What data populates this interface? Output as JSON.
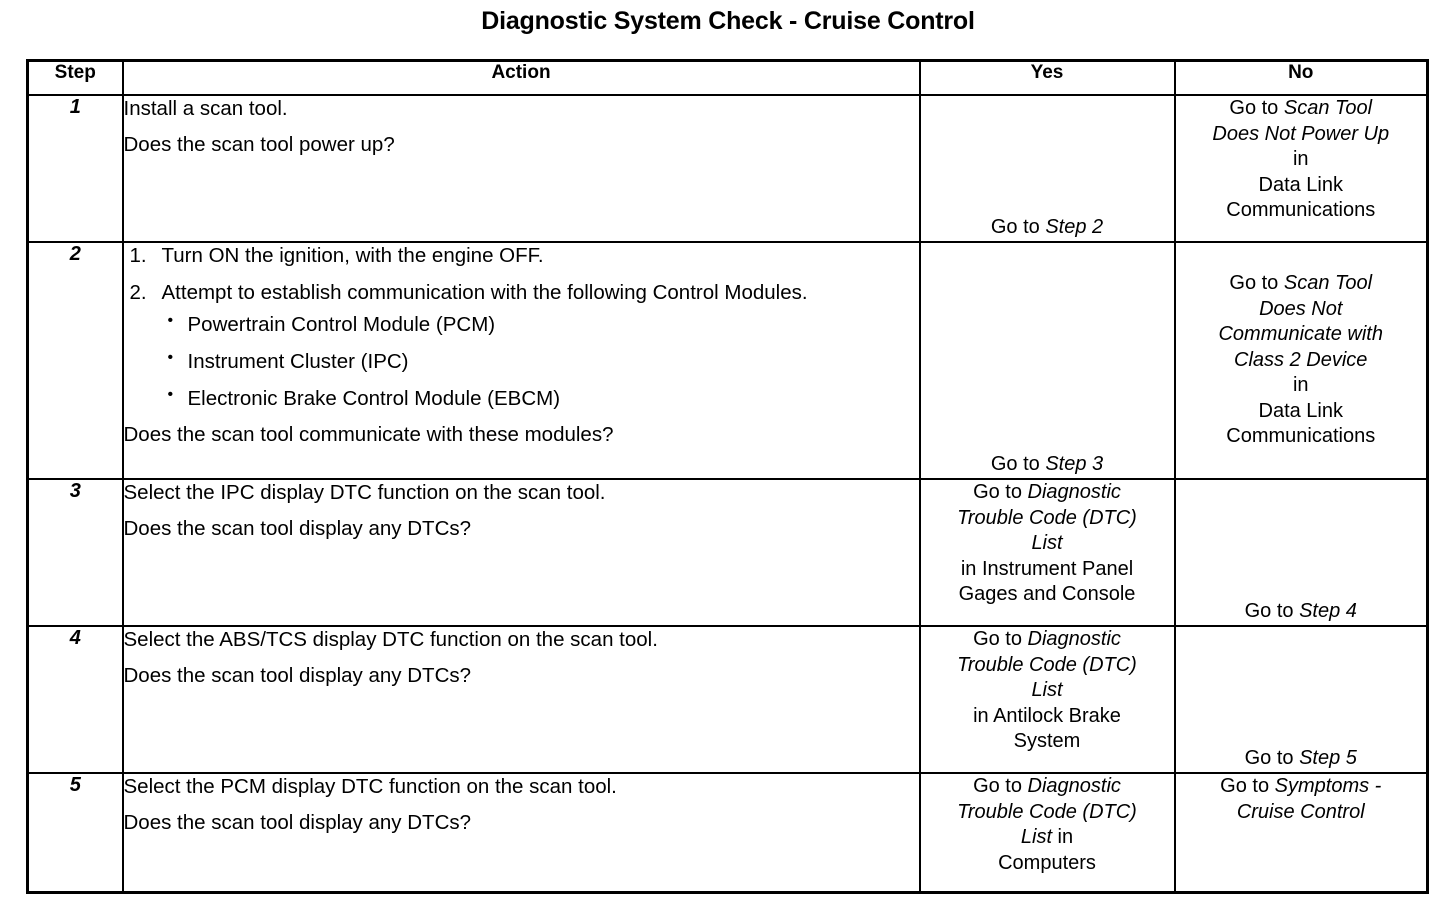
{
  "title": "Diagnostic System Check - Cruise Control",
  "table": {
    "headers": {
      "step": "Step",
      "action": "Action",
      "yes": "Yes",
      "no": "No"
    },
    "rows": [
      {
        "step": "1",
        "action_lines": [
          "Install a scan tool.",
          "Does the scan tool power up?"
        ],
        "yes": {
          "align": "bottom",
          "lines": [
            [
              {
                "t": "Go to ",
                "i": false
              },
              {
                "t": "Step 2",
                "i": true
              }
            ]
          ]
        },
        "no": {
          "align": "top",
          "lines": [
            [
              {
                "t": "Go to ",
                "i": false
              },
              {
                "t": "Scan Tool",
                "i": true
              }
            ],
            [
              {
                "t": "Does Not Power Up",
                "i": true
              }
            ],
            [
              {
                "t": "in",
                "i": false
              }
            ],
            [
              {
                "t": "Data Link",
                "i": false
              }
            ],
            [
              {
                "t": "Communications",
                "i": false
              }
            ]
          ]
        }
      },
      {
        "step": "2",
        "numbered": [
          "Turn ON the ignition, with the engine OFF.",
          "Attempt to establish communication with the following Control Modules."
        ],
        "bullets": [
          "Powertrain Control Module (PCM)",
          "Instrument Cluster (IPC)",
          "Electronic Brake Control Module (EBCM)"
        ],
        "question": "Does the scan tool communicate with these modules?",
        "yes": {
          "align": "bottom",
          "lines": [
            [
              {
                "t": "Go to ",
                "i": false
              },
              {
                "t": "Step 3",
                "i": true
              }
            ]
          ]
        },
        "no": {
          "align": "middle",
          "lines": [
            [
              {
                "t": "Go to ",
                "i": false
              },
              {
                "t": "Scan Tool",
                "i": true
              }
            ],
            [
              {
                "t": "Does Not",
                "i": true
              }
            ],
            [
              {
                "t": "Communicate with",
                "i": true
              }
            ],
            [
              {
                "t": "Class 2 Device",
                "i": true
              }
            ],
            [
              {
                "t": "in",
                "i": false
              }
            ],
            [
              {
                "t": "Data Link",
                "i": false
              }
            ],
            [
              {
                "t": "Communications",
                "i": false
              }
            ]
          ]
        }
      },
      {
        "step": "3",
        "action_lines": [
          "Select the IPC display DTC function on the scan tool.",
          "Does the scan tool display any DTCs?"
        ],
        "yes": {
          "align": "top",
          "lines": [
            [
              {
                "t": "Go to ",
                "i": false
              },
              {
                "t": "Diagnostic",
                "i": true
              }
            ],
            [
              {
                "t": "Trouble Code (DTC)",
                "i": true
              }
            ],
            [
              {
                "t": "List",
                "i": true
              }
            ],
            [
              {
                "t": "in Instrument Panel",
                "i": false
              }
            ],
            [
              {
                "t": "Gages and Console",
                "i": false
              }
            ]
          ]
        },
        "no": {
          "align": "bottom",
          "lines": [
            [
              {
                "t": "Go to ",
                "i": false
              },
              {
                "t": "Step 4",
                "i": true
              }
            ]
          ]
        }
      },
      {
        "step": "4",
        "action_lines": [
          "Select the ABS/TCS display DTC function on the scan tool.",
          "Does the scan tool display any DTCs?"
        ],
        "yes": {
          "align": "top",
          "lines": [
            [
              {
                "t": "Go to ",
                "i": false
              },
              {
                "t": "Diagnostic",
                "i": true
              }
            ],
            [
              {
                "t": "Trouble Code (DTC)",
                "i": true
              }
            ],
            [
              {
                "t": "List",
                "i": true
              }
            ],
            [
              {
                "t": "in Antilock Brake",
                "i": false
              }
            ],
            [
              {
                "t": "System",
                "i": false
              }
            ]
          ]
        },
        "no": {
          "align": "bottom",
          "lines": [
            [
              {
                "t": "Go to ",
                "i": false
              },
              {
                "t": "Step 5",
                "i": true
              }
            ]
          ]
        }
      },
      {
        "step": "5",
        "action_lines": [
          "Select the PCM display DTC function on the scan tool.",
          "Does the scan tool display any DTCs?"
        ],
        "yes": {
          "align": "top",
          "lines": [
            [
              {
                "t": "Go to ",
                "i": false
              },
              {
                "t": "Diagnostic",
                "i": true
              }
            ],
            [
              {
                "t": "Trouble Code (DTC)",
                "i": true
              }
            ],
            [
              {
                "t": "List",
                "i": true
              },
              {
                "t": "  in",
                "i": false
              }
            ],
            [
              {
                "t": "Computers",
                "i": false
              }
            ]
          ]
        },
        "no": {
          "align": "top",
          "lines": [
            [
              {
                "t": "Go to ",
                "i": false
              },
              {
                "t": "Symptoms -",
                "i": true
              }
            ],
            [
              {
                "t": "Cruise Control",
                "i": true
              }
            ]
          ]
        }
      }
    ]
  }
}
